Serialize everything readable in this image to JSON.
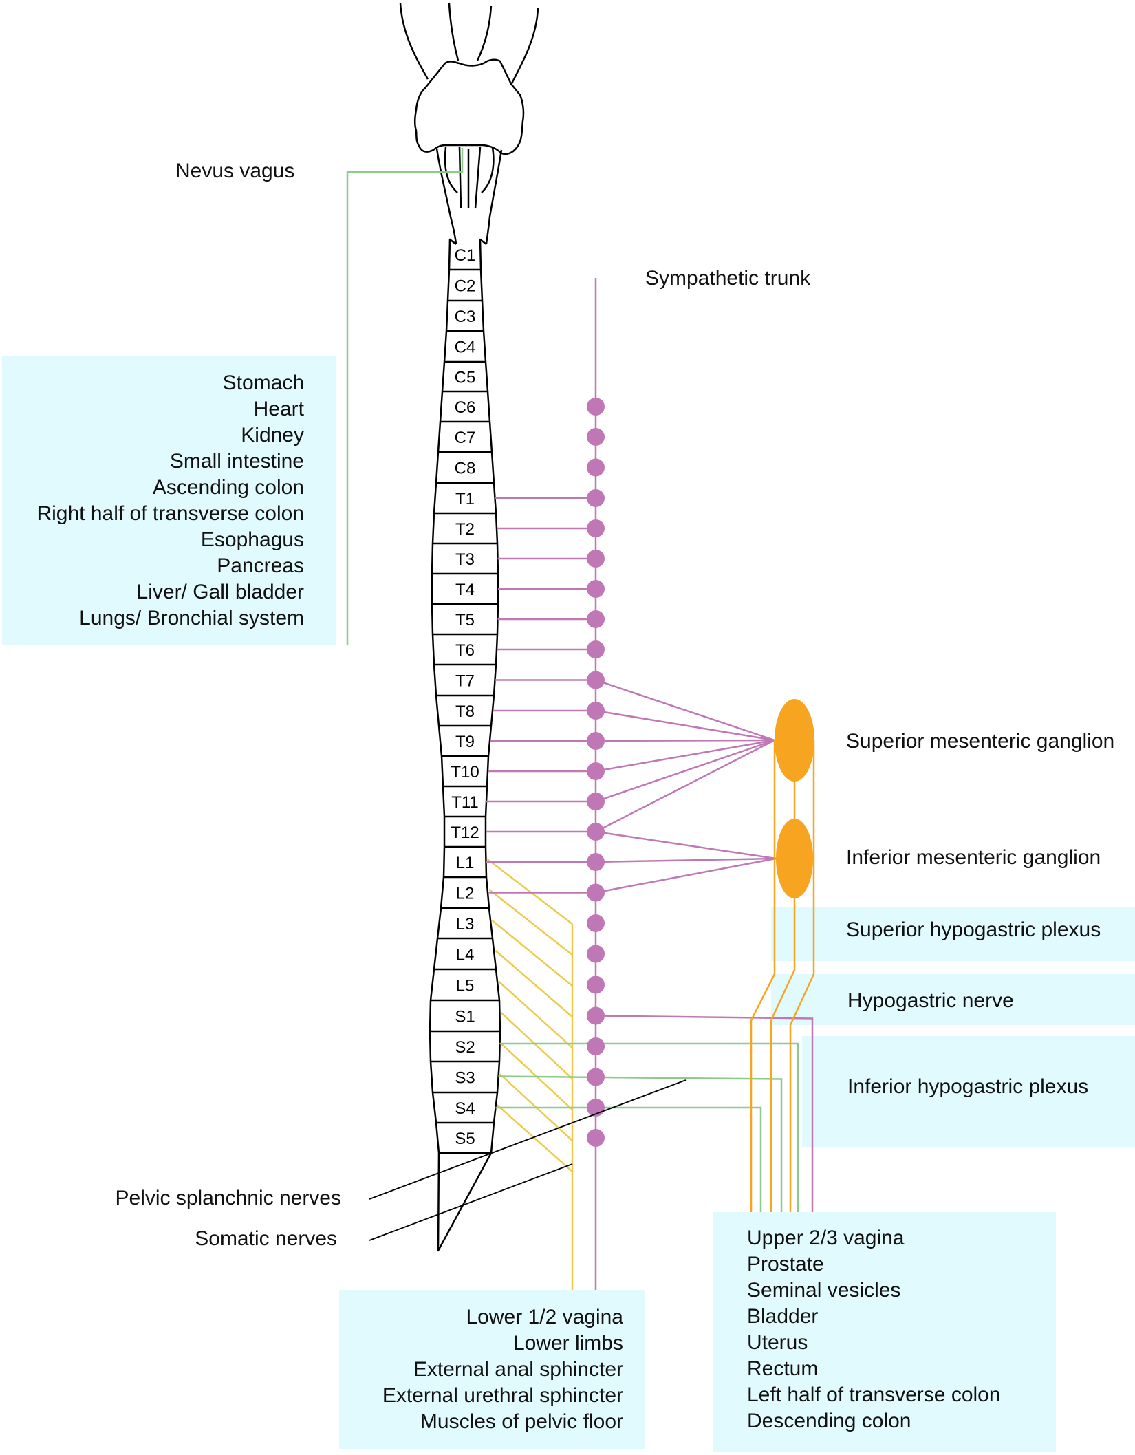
{
  "title": "Autonomic and somatic innervation from the spinal cord",
  "labels": {
    "vagus": "Nevus vagus",
    "sympathetic_trunk": "Sympathetic trunk",
    "superior_mesenteric_ganglion": "Superior mesenteric ganglion",
    "inferior_mesenteric_ganglion": "Inferior mesenteric ganglion",
    "superior_hypogastric_plexus": "Superior hypogastric plexus",
    "hypogastric_nerve": "Hypogastric nerve",
    "inferior_hypogastric_plexus": "Inferior hypogastric plexus",
    "pelvic_splanchnic_nerves": "Pelvic splanchnic nerves",
    "somatic_nerves": "Somatic nerves"
  },
  "vagus_targets": [
    "Stomach",
    "Heart",
    "Kidney",
    "Small intestine",
    "Ascending colon",
    "Right half of transverse colon",
    "Esophagus",
    "Pancreas",
    "Liver/ Gall bladder",
    "Lungs/ Bronchial system"
  ],
  "somatic_targets": [
    "Lower 1/2 vagina",
    "Lower limbs",
    "External anal sphincter",
    "External urethral sphincter",
    "Muscles of pelvic floor"
  ],
  "pelvic_targets": [
    "Upper 2/3 vagina",
    "Prostate",
    "Seminal vesicles",
    "Bladder",
    "Uterus",
    "Rectum",
    "Left half of transverse colon",
    "Descending colon"
  ],
  "segments": [
    "C1",
    "C2",
    "C3",
    "C4",
    "C5",
    "C6",
    "C7",
    "C8",
    "T1",
    "T2",
    "T3",
    "T4",
    "T5",
    "T6",
    "T7",
    "T8",
    "T9",
    "T10",
    "T11",
    "T12",
    "L1",
    "L2",
    "L3",
    "L4",
    "L5",
    "S1",
    "S2",
    "S3",
    "S4",
    "S5"
  ],
  "connections": {
    "sympathetic_to_trunk": [
      "T1",
      "T2",
      "T3",
      "T4",
      "T5",
      "T6",
      "T7",
      "T8",
      "T9",
      "T10",
      "T11",
      "T12",
      "L1",
      "L2"
    ],
    "to_superior_mesenteric_ganglion": [
      "T7",
      "T8",
      "T9",
      "T10",
      "T11",
      "T12"
    ],
    "to_inferior_mesenteric_ganglion": [
      "T12",
      "L1",
      "L2"
    ],
    "somatic": [
      "L1",
      "L2",
      "L3",
      "L4",
      "L5",
      "S1",
      "S2",
      "S3",
      "S4"
    ],
    "pelvic_splanchnic": [
      "S2",
      "S3",
      "S4"
    ]
  },
  "colors": {
    "sympathetic": "#bf78b5",
    "parasympathetic": "#8ccb8a",
    "somatic": "#edcb4a",
    "ganglion": "#f7a520",
    "box": "#e1fafd"
  }
}
